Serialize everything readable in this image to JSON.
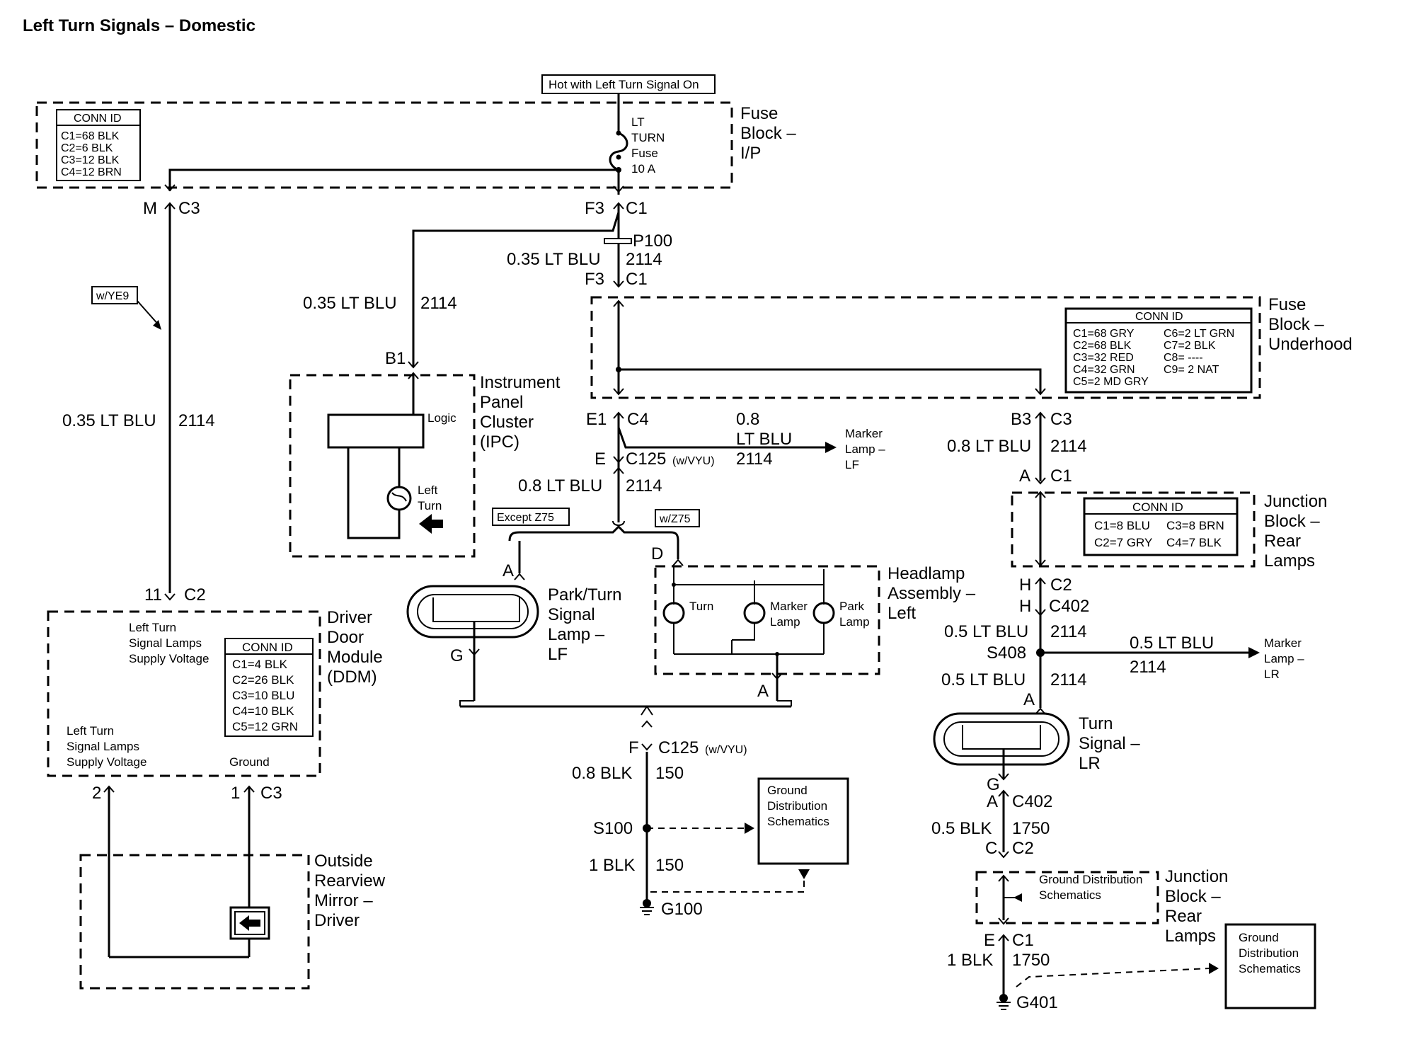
{
  "title": "Left Turn Signals – Domestic",
  "hot_label": "Hot with Left Turn Signal On",
  "fuse_block_ip": {
    "name": [
      "Fuse",
      "Block –",
      "I/P"
    ],
    "conn_title": "CONN ID",
    "conn": [
      "C1=68 BLK",
      "C2=6 BLK",
      "C3=12 BLK",
      "C4=12 BRN"
    ],
    "fuse": [
      "LT",
      "TURN",
      "Fuse",
      "10 A"
    ]
  },
  "fuse_block_underhood": {
    "name": [
      "Fuse",
      "Block –",
      "Underhood"
    ],
    "conn_title": "CONN ID",
    "conn_left": [
      "C1=68 GRY",
      "C2=68 BLK",
      "C3=32 RED",
      "C4=32 GRN",
      "C5=2 MD GRY"
    ],
    "conn_right": [
      "C6=2 LT GRN",
      "C7=2 BLK",
      "C8= ----",
      "C9= 2 NAT"
    ]
  },
  "jb_rear_top": {
    "name": [
      "Junction",
      "Block –",
      "Rear",
      "Lamps"
    ],
    "conn_title": "CONN ID",
    "conn_left": [
      "C1=8 BLU",
      "C2=7 GRY"
    ],
    "conn_right": [
      "C3=8 BRN",
      "C4=7 BLK"
    ]
  },
  "jb_rear_bottom": {
    "name": [
      "Junction",
      "Block –",
      "Rear",
      "Lamps"
    ],
    "inner": [
      "Ground Distribution",
      "Schematics"
    ]
  },
  "ipc": {
    "name": [
      "Instrument",
      "Panel",
      "Cluster",
      "(IPC)"
    ],
    "logic": "Logic",
    "lamp": [
      "Left",
      "Turn"
    ]
  },
  "ddm": {
    "name": [
      "Driver",
      "Door",
      "Module",
      "(DDM)"
    ],
    "label_top": [
      "Left Turn",
      "Signal Lamps",
      "Supply Voltage"
    ],
    "label_bottom": [
      "Left Turn",
      "Signal Lamps",
      "Supply Voltage"
    ],
    "ground": "Ground",
    "conn_title": "CONN ID",
    "conn": [
      "C1=4 BLK",
      "C2=26 BLK",
      "C3=10 BLU",
      "C4=10 BLK",
      "C5=12 GRN"
    ]
  },
  "mirror": {
    "name": [
      "Outside",
      "Rearview",
      "Mirror –",
      "Driver"
    ]
  },
  "park_turn_lf": {
    "name": [
      "Park/Turn",
      "Signal",
      "Lamp –",
      "LF"
    ]
  },
  "headlamp": {
    "name": [
      "Headlamp",
      "Assembly –",
      "Left"
    ],
    "turn": "Turn",
    "marker": [
      "Marker",
      "Lamp"
    ],
    "park": [
      "Park",
      "Lamp"
    ]
  },
  "turn_lr": {
    "name": [
      "Turn",
      "Signal –",
      "LR"
    ]
  },
  "marker_lf": [
    "Marker",
    "Lamp –",
    "LF"
  ],
  "marker_lr": [
    "Marker",
    "Lamp –",
    "LR"
  ],
  "gds_mid": [
    "Ground",
    "Distribution",
    "Schematics"
  ],
  "gds_right": [
    "Ground",
    "Distribution",
    "Schematics"
  ],
  "option_ye9": "w/YE9",
  "except_z75": "Except Z75",
  "with_z75": "w/Z75",
  "labels": {
    "m": "M",
    "c3_ip": "C3",
    "f3_top": "F3",
    "c1_top": "C1",
    "p100": "P100",
    "wire_main_top_a": "0.35 LT BLU",
    "wire_main_top_b": "2114",
    "f3_bot": "F3",
    "c1_bot": "C1",
    "wire_ipc_a": "0.35 LT BLU",
    "wire_ipc_b": "2114",
    "b1": "B1",
    "wire_ddm_a": "0.35 LT BLU",
    "wire_ddm_b": "2114",
    "pin11": "11",
    "c2_ddm": "C2",
    "e1": "E1",
    "c4": "C4",
    "e": "E",
    "c125": "C125",
    "c125_note": "(w/VYU)",
    "wire_mid_a": "0.8 LT BLU",
    "wire_mid_b": "2114",
    "wire_mlf_a": "0.8",
    "wire_mlf_b": "LT BLU",
    "wire_mlf_c": "2114",
    "pin_a_park": "A",
    "pin_g_park": "G",
    "pin_d_head": "D",
    "pin_a_head": "A",
    "pin_f": "F",
    "c125_b": "C125",
    "c125_b_note": "(w/VYU)",
    "wire_gnd_a": "0.8 BLK",
    "wire_gnd_b": "150",
    "s100": "S100",
    "wire_gnd2_a": "1 BLK",
    "wire_gnd2_b": "150",
    "g100": "G100",
    "b3": "B3",
    "c3_uh": "C3",
    "wire_rt_a": "0.8 LT BLU",
    "wire_rt_b": "2114",
    "pin_a_jb": "A",
    "c1_jb": "C1",
    "pin_h1": "H",
    "c2_jb": "C2",
    "pin_h2": "H",
    "c402": "C402",
    "wire_rt2_a": "0.5 LT BLU",
    "wire_rt2_b": "2114",
    "s408": "S408",
    "wire_mlr_a": "0.5 LT BLU",
    "wire_mlr_b": "2114",
    "wire_rt3_a": "0.5 LT BLU",
    "wire_rt3_b": "2114",
    "pin_a_lr": "A",
    "pin_g_lr": "G",
    "pin_a_lr2": "A",
    "c402_b": "C402",
    "wire_rt4_a": "0.5 BLK",
    "wire_rt4_b": "1750",
    "pin_c": "C",
    "c2_jb2": "C2",
    "pin_e": "E",
    "c1_jb2": "C1",
    "wire_rt5_a": "1 BLK",
    "wire_rt5_b": "1750",
    "g401": "G401",
    "pin2": "2",
    "pin1": "1",
    "c3_ddm": "C3"
  }
}
